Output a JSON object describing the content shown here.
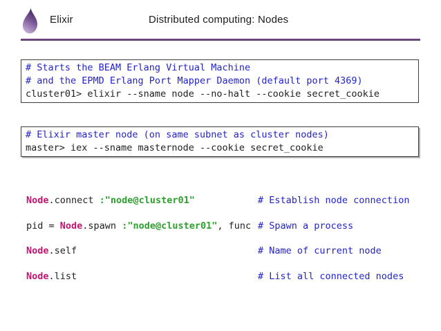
{
  "header": {
    "brand": "Elixir",
    "title": "Distributed computing: Nodes"
  },
  "icons": {
    "logo": "elixir-drop-icon"
  },
  "colors": {
    "accent_purple": "#6a467d",
    "comment_blue": "#2323cd",
    "atom_green": "#2da02d",
    "module_magenta": "#c0156f",
    "code_text": "#1f1f1f",
    "box_border": "#3b3b3b"
  },
  "code_boxes": [
    {
      "lines": [
        {
          "type": "comment",
          "text": "# Starts the BEAM Erlang Virtual Machine"
        },
        {
          "type": "comment",
          "text": "# and the EPMD Erlang Port Mapper Daemon (default port 4369)"
        },
        {
          "type": "plain",
          "text": "cluster01> elixir --sname node --no-halt --cookie secret_cookie"
        }
      ]
    },
    {
      "lines": [
        {
          "type": "comment",
          "text": "# Elixir master node (on same subnet as cluster nodes)"
        },
        {
          "type": "plain",
          "text": "master> iex --sname masternode --cookie secret_cookie"
        }
      ]
    }
  ],
  "snippets": [
    {
      "tokens": [
        {
          "type": "module",
          "text": "Node"
        },
        {
          "type": "plain",
          "text": ".connect "
        },
        {
          "type": "atom",
          "text": ":\"node@cluster01\""
        }
      ],
      "comment": "# Establish node connection"
    },
    {
      "tokens": [
        {
          "type": "plain",
          "text": "pid = "
        },
        {
          "type": "module",
          "text": "Node"
        },
        {
          "type": "plain",
          "text": ".spawn "
        },
        {
          "type": "atom",
          "text": ":\"node@cluster01\""
        },
        {
          "type": "plain",
          "text": ", func "
        }
      ],
      "comment": "# Spawn a process"
    },
    {
      "tokens": [
        {
          "type": "module",
          "text": "Node"
        },
        {
          "type": "plain",
          "text": ".self"
        }
      ],
      "comment": "# Name of current node"
    },
    {
      "tokens": [
        {
          "type": "module",
          "text": "Node"
        },
        {
          "type": "plain",
          "text": ".list"
        }
      ],
      "comment": "# List all connected nodes"
    }
  ]
}
